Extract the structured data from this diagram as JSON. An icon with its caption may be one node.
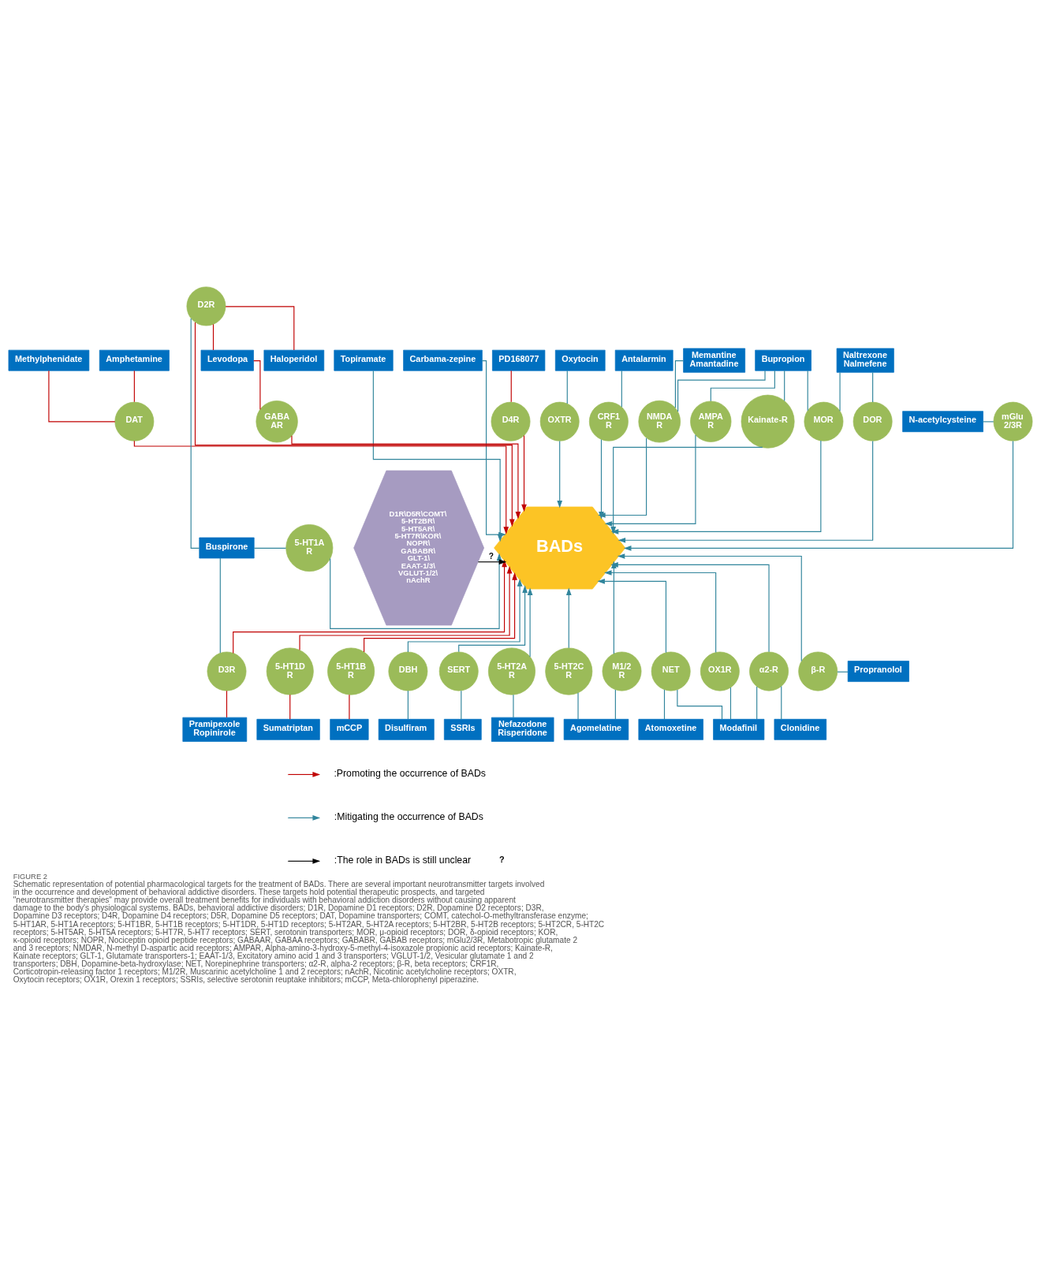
{
  "diagram": {
    "title": "FIGURE 2",
    "caption": "Schematic representation of potential pharmacological targets for the treatment of BADs. There are several important neurotransmitter targets involved in the occurrence and development of behavioral addictive disorders. These targets hold potential therapeutic prospects, and targeted \"neurotransmitter therapies\" may provide overall treatment benefits for individuals with behavioral addiction disorders without causing apparent damage to the body's physiological systems. BADs, behavioral addictive disorders; D1R, Dopamine D1 receptors; D2R, Dopamine D2 receptors; D3R, Dopamine D3 receptors; D4R, Dopamine D4 receptors; D5R, Dopamine D5 receptors; DAT, Dopamine transporters; COMT, catechol-O-methyltransferase enzyme; 5-HT1AR, 5-HT1A receptors; 5-HT1BR, 5-HT1B receptors; 5-HT1DR, 5-HT1D receptors; 5-HT2AR, 5-HT2A receptors; 5-HT2BR, 5-HT2B receptors; 5-HT2CR, 5-HT2C receptors; 5-HT5AR, 5-HT5A receptors; 5-HT7R, 5-HT7 receptors; SERT, serotonin transporters; MOR, μ-opioid receptors; DOR, δ-opioid receptors; KOR, κ-opioid receptors; NOPR, Nociceptin opioid peptide receptors; GABAAR, GABAA receptors; GABABR, GABAB receptors; mGlu2/3R, Metabotropic glutamate 2 and 3 receptors; NMDAR, N-methyl D-aspartic acid receptors; AMPAR, Alpha-amino-3-hydroxy-5-methyl-4-isoxazole propionic acid receptors; Kainate-R, Kainate receptors; GLT-1, Glutamate transporters-1; EAAT-1/3, Excitatory amino acid 1 and 3 transporters; VGLUT-1/2, Vesicular glutamate 1 and 2 transporters; DBH, Dopamine-beta-hydroxylase; NET, Norepinephrine transporters; α2-R, alpha-2 receptors; β-R, beta receptors; CRF1R, Corticotropin-releasing factor 1 receptors; M1/2R, Muscarinic acetylcholine 1 and 2 receptors; nAchR, Nicotinic acetylcholine receptors; OXTR, Oxytocin receptors; OX1R, Orexin 1 receptors; SSRIs, selective serotonin reuptake inhibitors; mCCP, Meta-chlorophenyl piperazine.",
    "nodes": [
      {
        "text": [
          "Methylphenidate"
        ]
      },
      {
        "text": [
          "Amphetamine"
        ]
      },
      {
        "text": [
          "Levodopa"
        ]
      },
      {
        "text": [
          "Topiramate"
        ]
      },
      {
        "text": [
          "Bupropion"
        ]
      },
      {
        "text": [
          "Naltrexone Nalmefene"
        ]
      },
      {
        "text": [
          "PD168077"
        ]
      },
      {
        "text": [
          "Oxytocin"
        ]
      },
      {
        "text": [
          "Antalarmin"
        ]
      },
      {
        "text": [
          "Carbama-zepine"
        ]
      },
      {
        "text": [
          "Memantine Amantadine"
        ]
      },
      {
        "text": [
          "D4R"
        ]
      },
      {
        "text": [
          "DAT"
        ]
      },
      {
        "text": [
          "OXTR"
        ]
      },
      {
        "text": [
          "CRF1 R"
        ]
      },
      {
        "text": [
          "GABA AR"
        ]
      },
      {
        "text": [
          "AMPA R"
        ]
      },
      {
        "text": [
          "NMDA R"
        ]
      },
      {
        "text": [
          "Kainate-R"
        ]
      },
      {
        "text": [
          "MOR"
        ]
      },
      {
        "text": [
          "DOR"
        ]
      },
      {
        "text": [
          "Haloperidol"
        ]
      },
      {
        "text": [
          "D2R"
        ]
      },
      {
        "text": [
          "mGlu 2/3R"
        ]
      },
      {
        "text": [
          "N-acetylcysteine"
        ]
      },
      {
        "text": [
          "Buspirone"
        ]
      },
      {
        "text": [
          "5-HT1A R"
        ]
      },
      {
        "text": [
          "BADs"
        ]
      },
      {
        "text": [
          "D1R\\D5R\\COMT\\5-HT2BR\\5-HT5AR\\5-HT7R\\KOR\\NOPR\\GABABR\\GLT-1\\EAAT-1/3\\VGLUT-1/2\\nAchR"
        ]
      },
      {
        "text": [
          "D3R"
        ]
      },
      {
        "text": [
          "Pramipexole Ropinirole"
        ]
      },
      {
        "text": [
          "β-R"
        ]
      },
      {
        "text": [
          "Propranolol"
        ]
      },
      {
        "text": [
          "5-HT1D R"
        ]
      },
      {
        "text": [
          "5-HT1B R"
        ]
      },
      {
        "text": [
          "DBH"
        ]
      },
      {
        "text": [
          "SERT"
        ]
      },
      {
        "text": [
          "5-HT2A R"
        ]
      },
      {
        "text": [
          "5-HT2C R"
        ]
      },
      {
        "text": [
          "M1/2 R"
        ]
      },
      {
        "text": [
          "NET"
        ]
      },
      {
        "text": [
          "α2-R"
        ]
      },
      {
        "text": [
          "OX1R"
        ]
      },
      {
        "text": [
          "Clonidine"
        ]
      },
      {
        "text": [
          "Sumatriptan"
        ]
      },
      {
        "text": [
          "mCCP"
        ]
      },
      {
        "text": [
          "Disulfiram"
        ]
      },
      {
        "text": [
          "SSRIs"
        ]
      },
      {
        "text": [
          "Nefazodone Risperidone"
        ]
      },
      {
        "text": [
          "Agomelatine"
        ]
      },
      {
        "text": [
          "Atomoxetine"
        ]
      },
      {
        "text": [
          "Modafinil"
        ]
      }
    ],
    "edges": [
      {
        "from": 0,
        "to": 12,
        "arrow": "none",
        "color": "#c00000"
      },
      {
        "from": 1,
        "to": 12,
        "arrow": "none",
        "color": "#c00000"
      },
      {
        "from": 6,
        "to": 11,
        "arrow": "none",
        "color": "#c00000"
      },
      {
        "from": 2,
        "to": 22,
        "arrow": "none",
        "color": "#c00000"
      },
      {
        "from": 2,
        "to": 15,
        "arrow": "none",
        "color": "#c00000"
      },
      {
        "from": 11,
        "to": 27,
        "arrow": "to",
        "color": "#c00000"
      },
      {
        "from": 12,
        "to": 27,
        "arrow": "to",
        "color": "#c00000"
      },
      {
        "from": 15,
        "to": 27,
        "arrow": "to",
        "color": "#c00000"
      },
      {
        "from": 21,
        "to": 22,
        "arrow": "none",
        "color": "#c00000"
      },
      {
        "from": 22,
        "to": 27,
        "arrow": "to",
        "color": "#c00000"
      },
      {
        "from": 7,
        "to": 13,
        "arrow": "none"
      },
      {
        "from": 8,
        "to": 14,
        "arrow": "none"
      },
      {
        "from": 13,
        "to": 27,
        "arrow": "to"
      },
      {
        "from": 14,
        "to": 27,
        "arrow": "to"
      },
      {
        "from": 3,
        "to": 27,
        "arrow": "to"
      },
      {
        "from": 9,
        "to": 27,
        "arrow": "to"
      },
      {
        "from": 4,
        "to": 16,
        "arrow": "none"
      },
      {
        "from": 4,
        "to": 17,
        "arrow": "none"
      },
      {
        "from": 4,
        "to": 18,
        "arrow": "none"
      },
      {
        "from": 4,
        "to": 19,
        "arrow": "none"
      },
      {
        "from": 10,
        "to": 17,
        "arrow": "none"
      },
      {
        "from": 5,
        "to": 19,
        "arrow": "none"
      },
      {
        "from": 5,
        "to": 20,
        "arrow": "none"
      },
      {
        "from": 16,
        "to": 27,
        "arrow": "to"
      },
      {
        "from": 17,
        "to": 27,
        "arrow": "to"
      },
      {
        "from": 18,
        "to": 27,
        "arrow": "to"
      },
      {
        "from": 19,
        "to": 27,
        "arrow": "to"
      },
      {
        "from": 20,
        "to": 27,
        "arrow": "to"
      },
      {
        "from": 24,
        "to": 23,
        "arrow": "none"
      },
      {
        "from": 23,
        "to": 27,
        "arrow": "to"
      },
      {
        "from": 25,
        "to": 26,
        "arrow": "none"
      },
      {
        "from": 25,
        "to": 22,
        "arrow": "none"
      },
      {
        "from": 25,
        "to": 29,
        "arrow": "none"
      },
      {
        "from": 26,
        "to": 27,
        "arrow": "to"
      },
      {
        "from": 28,
        "to": 27,
        "arrow": "to",
        "label": "?",
        "color": "#000000"
      },
      {
        "from": 29,
        "to": 30,
        "arrow": "none",
        "color": "#c00000"
      },
      {
        "from": 29,
        "to": 27,
        "arrow": "to",
        "color": "#c00000"
      },
      {
        "from": 31,
        "to": 27,
        "arrow": "to"
      },
      {
        "from": 31,
        "to": 32,
        "arrow": "none"
      },
      {
        "from": 33,
        "to": 27,
        "arrow": "to",
        "color": "#c00000"
      },
      {
        "from": 34,
        "to": 27,
        "arrow": "to",
        "color": "#c00000"
      },
      {
        "from": 33,
        "to": 44,
        "arrow": "none",
        "color": "#c00000"
      },
      {
        "from": 34,
        "to": 45,
        "arrow": "none",
        "color": "#c00000"
      },
      {
        "from": 35,
        "to": 27,
        "arrow": "to"
      },
      {
        "from": 36,
        "to": 27,
        "arrow": "to"
      },
      {
        "from": 37,
        "to": 27,
        "arrow": "to"
      },
      {
        "from": 38,
        "to": 27,
        "arrow": "to"
      },
      {
        "from": 39,
        "to": 27,
        "arrow": "to"
      },
      {
        "from": 40,
        "to": 27,
        "arrow": "to"
      },
      {
        "from": 41,
        "to": 27,
        "arrow": "to"
      },
      {
        "from": 42,
        "to": 27,
        "arrow": "to"
      },
      {
        "from": 35,
        "to": 46,
        "arrow": "none"
      },
      {
        "from": 36,
        "to": 47,
        "arrow": "none"
      },
      {
        "from": 37,
        "to": 48,
        "arrow": "none"
      },
      {
        "from": 38,
        "to": 49,
        "arrow": "none"
      },
      {
        "from": 39,
        "to": 49,
        "arrow": "none"
      },
      {
        "from": 40,
        "to": 50,
        "arrow": "none"
      },
      {
        "from": 40,
        "to": 51,
        "arrow": "none"
      },
      {
        "from": 41,
        "to": 43,
        "arrow": "none"
      },
      {
        "from": 41,
        "to": 51,
        "arrow": "none"
      },
      {
        "from": 42,
        "to": 51,
        "arrow": "none"
      }
    ],
    "labels": [
      "?"
    ],
    "legend": [
      {
        "text": ":Promoting the occurrence of BADs"
      },
      {
        "text": ":Mitigating the occurrence of BADs"
      },
      {
        "text": ":The role in BADs is still unclear"
      }
    ]
  }
}
